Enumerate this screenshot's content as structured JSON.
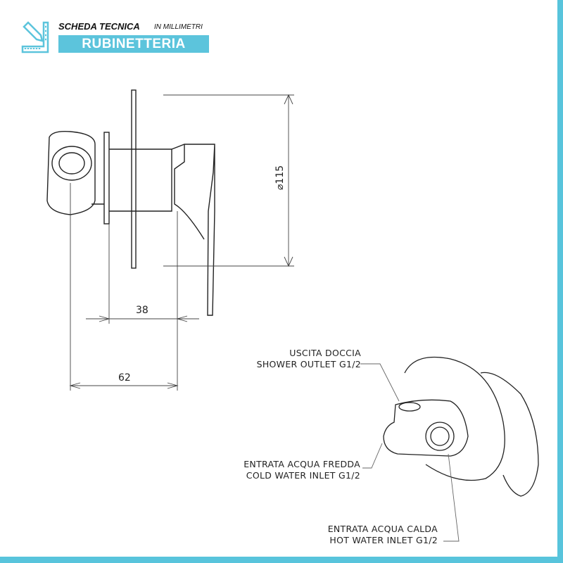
{
  "header": {
    "title": "SCHEDA TECNICA",
    "subtitle": "IN MILLIMETRI",
    "category": "RUBINETTERIA",
    "accent_color": "#5cc4dc",
    "logo_icon": "pencil-ruler-icon"
  },
  "dimensions": {
    "diameter": "⌀115",
    "depth_body": "38",
    "depth_total": "62"
  },
  "callouts": [
    {
      "line1": "USCITA DOCCIA",
      "line2": "SHOWER OUTLET G1/2"
    },
    {
      "line1": "ENTRATA ACQUA FREDDA",
      "line2": "COLD WATER INLET G1/2"
    },
    {
      "line1": "ENTRATA ACQUA CALDA",
      "line2": "HOT WATER INLET G1/2"
    }
  ]
}
